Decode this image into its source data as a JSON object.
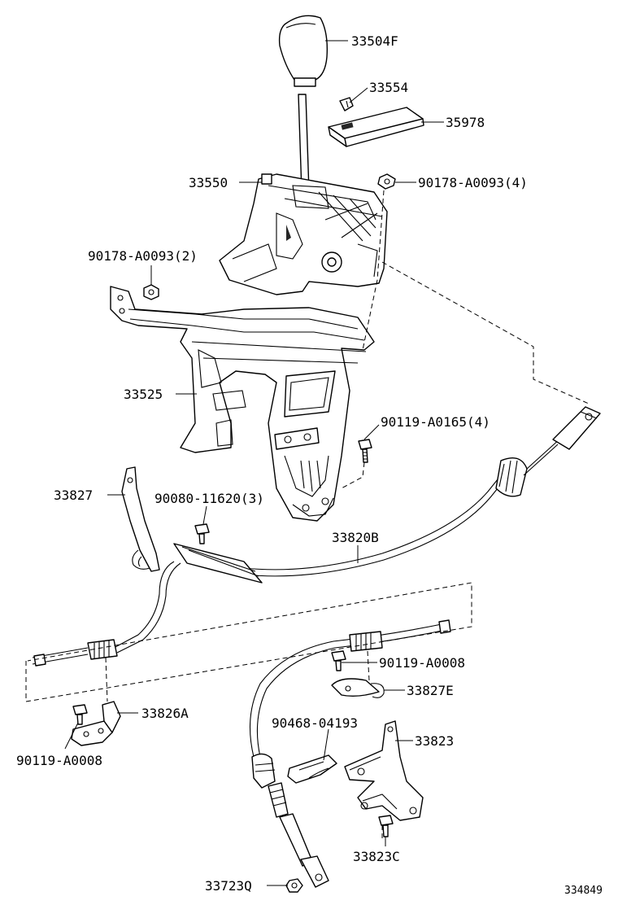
{
  "diagram": {
    "reference_number": "334849",
    "part_labels": [
      {
        "id": "shift-knob",
        "text": "33504F"
      },
      {
        "id": "knob-screw",
        "text": "33554"
      },
      {
        "id": "indicator-plate",
        "text": "35978"
      },
      {
        "id": "shift-lever-assy",
        "text": "33550"
      },
      {
        "id": "nut-upper-right",
        "text": "90178-A0093(4)"
      },
      {
        "id": "nut-left",
        "text": "90178-A0093(2)"
      },
      {
        "id": "lever-bracket",
        "text": "33525"
      },
      {
        "id": "bolt-bracket",
        "text": "90119-A0165(4)"
      },
      {
        "id": "cable-clamp-left",
        "text": "33827"
      },
      {
        "id": "bolt-clamp",
        "text": "90080-11620(3)"
      },
      {
        "id": "control-cable",
        "text": "33820B"
      },
      {
        "id": "bolt-cable-clamp-right",
        "text": "90119-A0008"
      },
      {
        "id": "cable-clamp-right",
        "text": "33827E"
      },
      {
        "id": "cable-bracket-left",
        "text": "33826A"
      },
      {
        "id": "bolt-bracket-left",
        "text": "90119-A0008"
      },
      {
        "id": "retainer-clip",
        "text": "90468-04193"
      },
      {
        "id": "cable-support-bracket",
        "text": "33823"
      },
      {
        "id": "bracket-bolt",
        "text": "33823C"
      },
      {
        "id": "cable-end-nut",
        "text": "33723Q"
      }
    ]
  }
}
